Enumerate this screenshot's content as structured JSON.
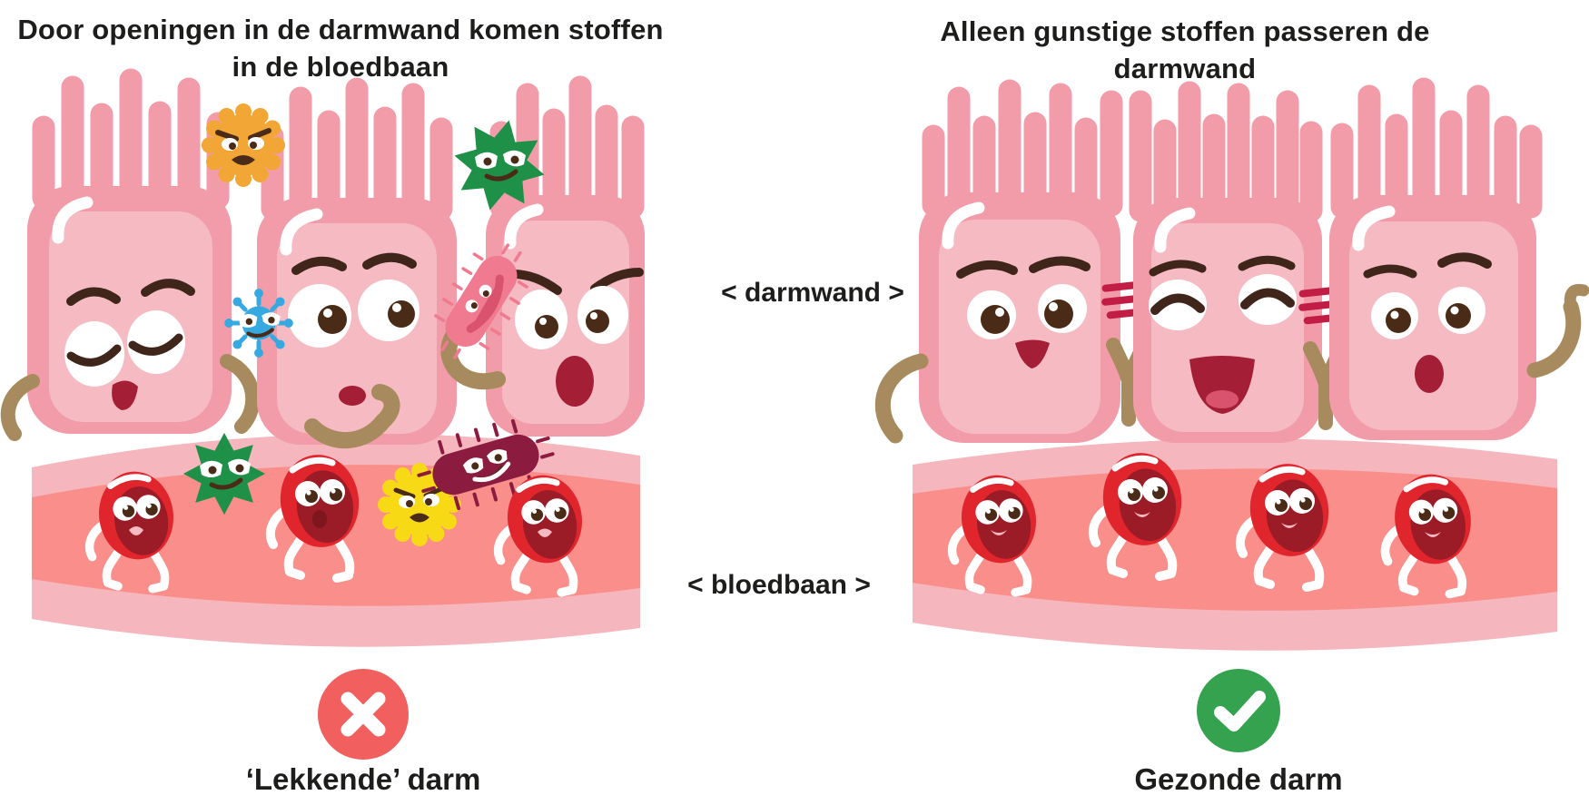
{
  "colors": {
    "text": "#1d1d1b",
    "villus_outer": "#f19ca8",
    "villus_inner": "#f5bac2",
    "arm_brown": "#a78b5f",
    "brow": "#40251a",
    "pupil": "#4a2b17",
    "mouth_red": "#a41e35",
    "mouth_tongue": "#d9536f",
    "band_light": "#f5b6be",
    "band_salmon": "#f98e8a",
    "rbc_red": "#e1252d",
    "rbc_dark": "#9b1b26",
    "rbc_mouth": "#f8b9c0",
    "microbe_green": "#1f9048",
    "microbe_orange": "#f1a636",
    "microbe_yellow": "#f7d916",
    "microbe_blue": "#36a9e1",
    "microbe_pink": "#f07a90",
    "microbe_maroon": "#8c1c3f",
    "badge_red": "#f15f5f",
    "badge_green": "#34a24e",
    "tight_junction": "#c21e45"
  },
  "left_panel": {
    "title": "Door openingen in de darmwand komen stoffen in de bloedbaan",
    "title_line1": "Door openingen in de darmwand komen stoffen",
    "title_line2": "in de bloedbaan",
    "verdict": {
      "icon": "cross-icon",
      "label": "‘Lekkende’ darm"
    },
    "figures": [
      "sad-villus-cell",
      "worried-villus-cell",
      "angry-villus-cell",
      "orange-microbe",
      "green-microbe",
      "blue-virus",
      "pink-bacterium",
      "green-microbe-in-bloodstream",
      "yellow-microbe",
      "maroon-bacterium",
      "red-blood-cell",
      "red-blood-cell",
      "red-blood-cell"
    ]
  },
  "right_panel": {
    "title": "Alleen gunstige stoffen passeren de darmwand",
    "verdict": {
      "icon": "check-icon",
      "label": "Gezonde darm"
    },
    "figures": [
      "happy-villus-cell",
      "laughing-villus-cell",
      "surprised-villus-cell",
      "tight-junction",
      "tight-junction",
      "red-blood-cell",
      "red-blood-cell",
      "red-blood-cell",
      "red-blood-cell"
    ]
  },
  "annotations": {
    "intestinal_wall": "< darmwand >",
    "bloodstream": "< bloedbaan >"
  }
}
